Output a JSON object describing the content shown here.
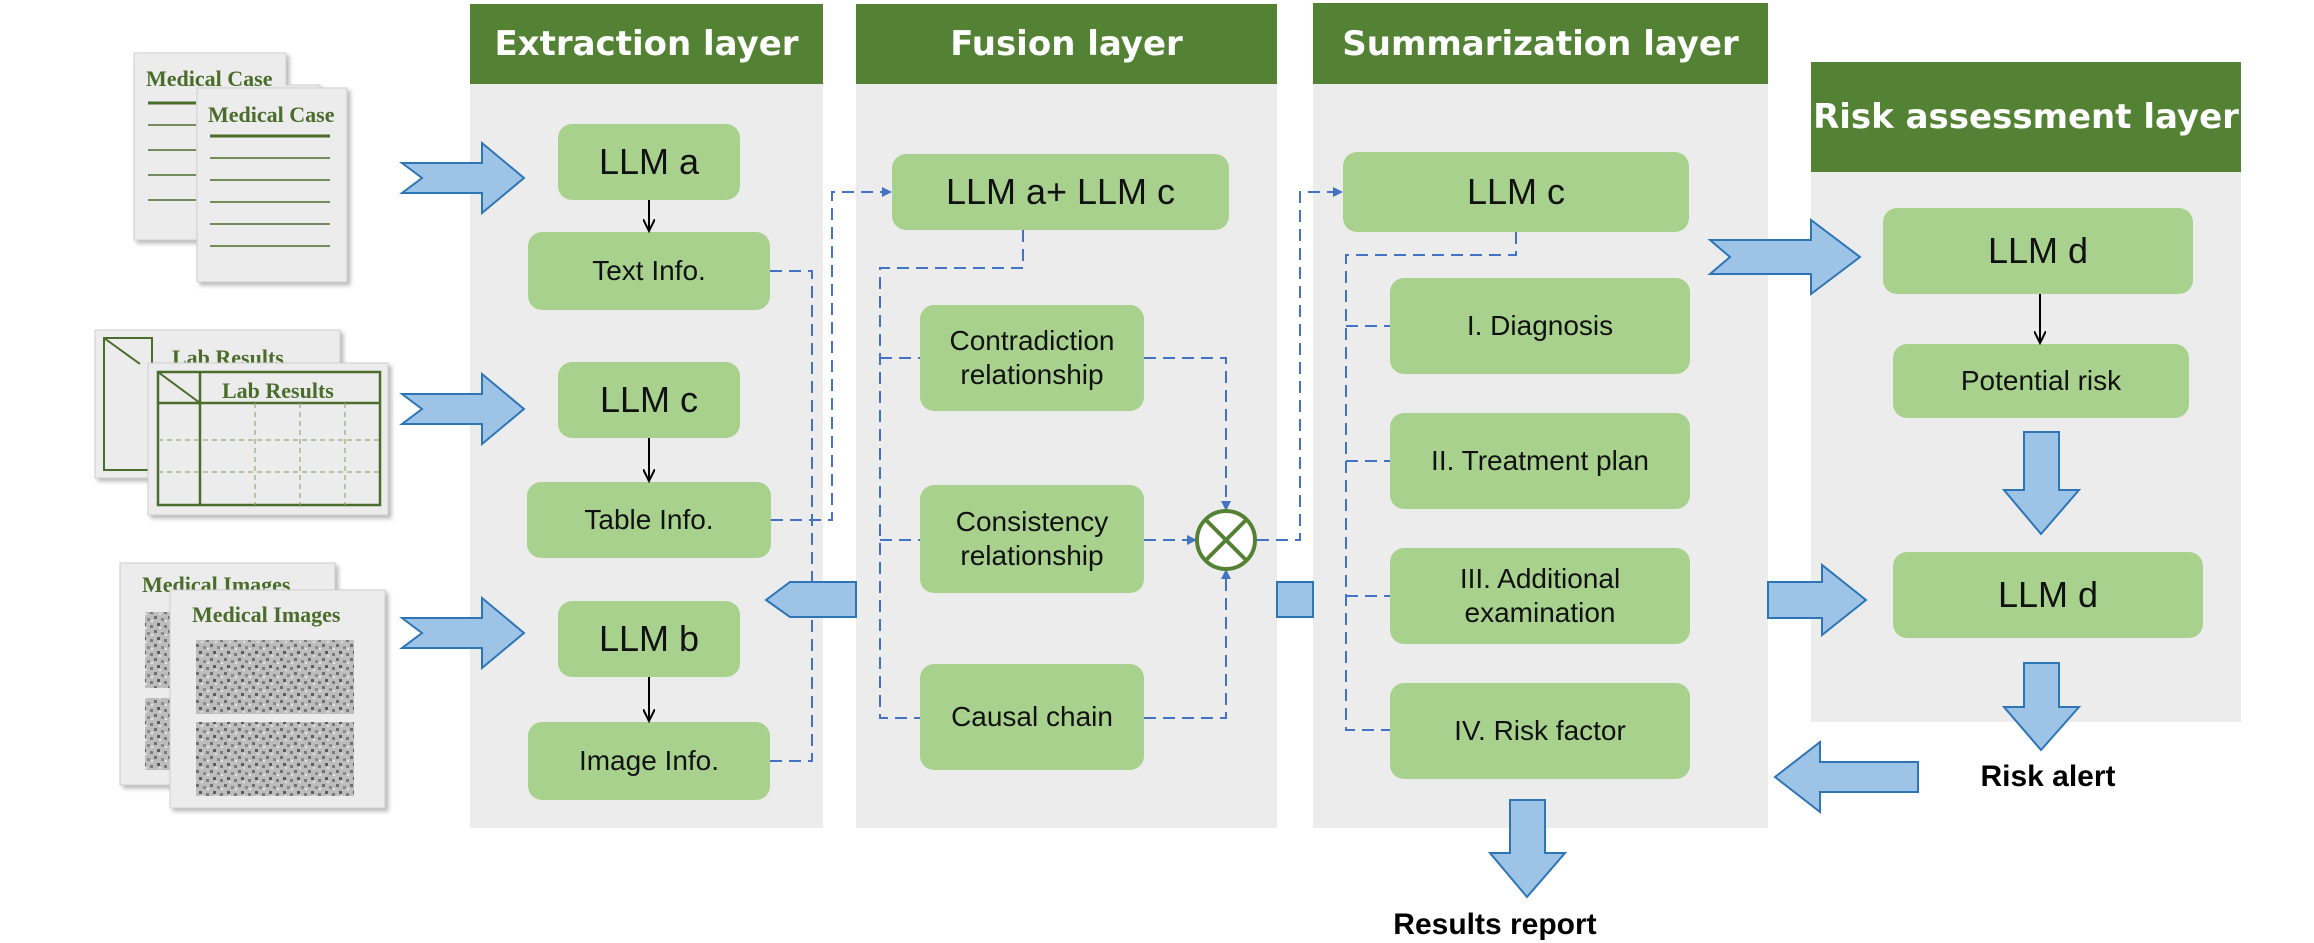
{
  "layers": {
    "extraction": "Extraction layer",
    "fusion": "Fusion layer",
    "summarization": "Summarization layer",
    "risk": "Risk assessment layer"
  },
  "inputs": {
    "medical_case": "Medical Case",
    "lab_results": "Lab Results",
    "medical_images": "Medical Images"
  },
  "extraction": {
    "llm_a": "LLM a",
    "text_info": "Text Info.",
    "llm_c": "LLM c",
    "table_info": "Table Info.",
    "llm_b": "LLM b",
    "image_info": "Image Info."
  },
  "fusion": {
    "llm_ac": "LLM a+ LLM c",
    "contradiction": "Contradiction\nrelationship",
    "consistency": "Consistency\nrelationship",
    "causal": "Causal chain"
  },
  "summarization": {
    "llm_c": "LLM c",
    "diagnosis": "I. Diagnosis",
    "treatment": "II. Treatment plan",
    "additional": "III. Additional\nexamination",
    "risk_factor": "IV. Risk factor"
  },
  "risk": {
    "llm_d_top": "LLM d",
    "potential_risk": "Potential risk",
    "llm_d_bottom": "LLM d"
  },
  "outputs": {
    "risk_alert": "Risk alert",
    "results_report": "Results report"
  },
  "colors": {
    "header_green": "#548235",
    "box_green": "#a9d18e",
    "panel_gray": "#ececec",
    "arrow_blue": "#9dc3e6",
    "arrow_outline": "#2e75b6",
    "connector_blue": "#4472c4"
  }
}
